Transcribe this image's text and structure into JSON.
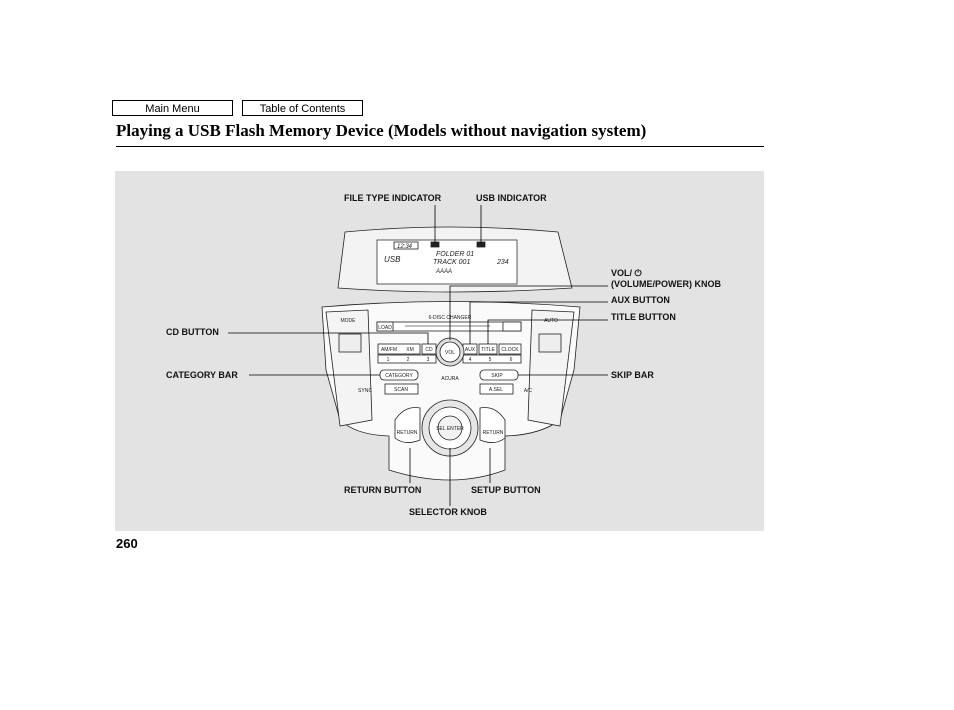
{
  "nav": {
    "main_menu": "Main Menu",
    "table_of_contents": "Table of Contents"
  },
  "page": {
    "title": "Playing a USB Flash Memory Device (Models without navigation system)",
    "page_number": "260"
  },
  "callouts": {
    "file_type_indicator": "FILE TYPE INDICATOR",
    "usb_indicator": "USB INDICATOR",
    "vol_line1": "VOL/",
    "vol_line2": "(VOLUME/POWER) KNOB",
    "aux_button": "AUX BUTTON",
    "title_button": "TITLE BUTTON",
    "cd_button": "CD BUTTON",
    "category_bar": "CATEGORY BAR",
    "skip_bar": "SKIP BAR",
    "return_button": "RETURN BUTTON",
    "setup_button": "SETUP BUTTON",
    "selector_knob": "SELECTOR KNOB"
  },
  "display": {
    "clock": "12:34",
    "source": "USB",
    "folder": "FOLDER 01",
    "track": "TRACK 001",
    "time": "234",
    "bottom": "AAAA"
  },
  "unit": {
    "load": "LOAD",
    "changer": "6-DISC CHANGER",
    "am_fm": "AM/FM",
    "xm": "XM",
    "cd": "CD",
    "vol": "VOL",
    "aux": "AUX",
    "title": "TITLE",
    "clock": "CLOCK",
    "presets": [
      "1",
      "2",
      "3",
      "4",
      "5",
      "6"
    ],
    "category": "CATEGORY",
    "skip": "SKIP",
    "scan": "SCAN",
    "a_sel": "A.SEL",
    "brand": "ACURA",
    "return": "RETURN",
    "setup": "RETURN",
    "selector": "SEL ENTER",
    "mode": "MODE",
    "auto": "AUTO",
    "sync": "SYNC",
    "ac": "A/C"
  }
}
